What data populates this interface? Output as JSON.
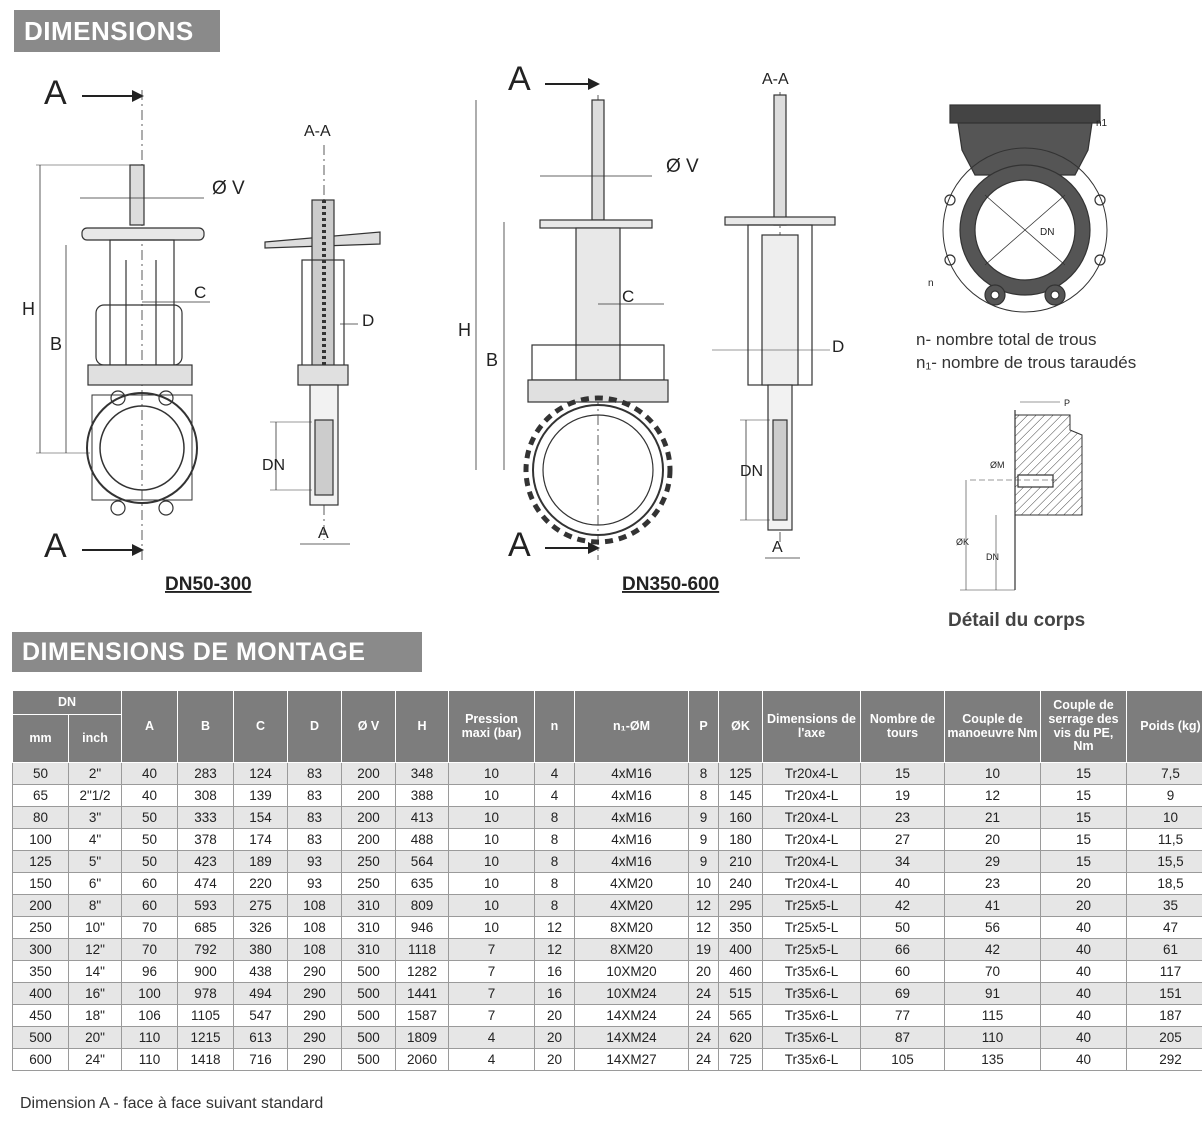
{
  "headers": {
    "dimensions": "DIMENSIONS",
    "montage": "DIMENSIONS DE MONTAGE"
  },
  "drawing_labels": {
    "section_a": "A",
    "section_aa": "A-A",
    "dia_v": "Ø V",
    "h": "H",
    "b": "B",
    "c": "C",
    "d": "D",
    "dn": "DN",
    "dn50_300": "DN50-300",
    "dn350_600": "DN350-600",
    "n1": "n1",
    "n": "n",
    "ok": "ØK",
    "dn_small": "DN",
    "p": "P",
    "om": "ØM",
    "detail_title": "Détail du corps"
  },
  "legend": {
    "n_line": "n- nombre total de trous",
    "n1_line": "n₁- nombre de trous taraudés"
  },
  "table": {
    "header": {
      "dn": "DN",
      "mm": "mm",
      "inch": "inch",
      "a": "A",
      "b": "B",
      "c": "C",
      "d": "D",
      "ov": "Ø V",
      "h": "H",
      "pression": "Pression maxi (bar)",
      "n": "n",
      "n1m": "n₁-ØM",
      "p": "P",
      "ok": "ØK",
      "axe": "Dimensions de l'axe",
      "tours": "Nombre de tours",
      "couple_man": "Couple de manoeuvre Nm",
      "couple_serrage": "Couple de serrage des vis du PE, Nm",
      "poids": "Poids (kg)"
    },
    "rows": [
      [
        "50",
        "2\"",
        "40",
        "283",
        "124",
        "83",
        "200",
        "348",
        "10",
        "4",
        "4xM16",
        "8",
        "125",
        "Tr20x4-L",
        "15",
        "10",
        "15",
        "7,5"
      ],
      [
        "65",
        "2\"1/2",
        "40",
        "308",
        "139",
        "83",
        "200",
        "388",
        "10",
        "4",
        "4xM16",
        "8",
        "145",
        "Tr20x4-L",
        "19",
        "12",
        "15",
        "9"
      ],
      [
        "80",
        "3\"",
        "50",
        "333",
        "154",
        "83",
        "200",
        "413",
        "10",
        "8",
        "4xM16",
        "9",
        "160",
        "Tr20x4-L",
        "23",
        "21",
        "15",
        "10"
      ],
      [
        "100",
        "4\"",
        "50",
        "378",
        "174",
        "83",
        "200",
        "488",
        "10",
        "8",
        "4xM16",
        "9",
        "180",
        "Tr20x4-L",
        "27",
        "20",
        "15",
        "11,5"
      ],
      [
        "125",
        "5\"",
        "50",
        "423",
        "189",
        "93",
        "250",
        "564",
        "10",
        "8",
        "4xM16",
        "9",
        "210",
        "Tr20x4-L",
        "34",
        "29",
        "15",
        "15,5"
      ],
      [
        "150",
        "6\"",
        "60",
        "474",
        "220",
        "93",
        "250",
        "635",
        "10",
        "8",
        "4XM20",
        "10",
        "240",
        "Tr20x4-L",
        "40",
        "23",
        "20",
        "18,5"
      ],
      [
        "200",
        "8\"",
        "60",
        "593",
        "275",
        "108",
        "310",
        "809",
        "10",
        "8",
        "4XM20",
        "12",
        "295",
        "Tr25x5-L",
        "42",
        "41",
        "20",
        "35"
      ],
      [
        "250",
        "10\"",
        "70",
        "685",
        "326",
        "108",
        "310",
        "946",
        "10",
        "12",
        "8XM20",
        "12",
        "350",
        "Tr25x5-L",
        "50",
        "56",
        "40",
        "47"
      ],
      [
        "300",
        "12\"",
        "70",
        "792",
        "380",
        "108",
        "310",
        "1118",
        "7",
        "12",
        "8XM20",
        "19",
        "400",
        "Tr25x5-L",
        "66",
        "42",
        "40",
        "61"
      ],
      [
        "350",
        "14\"",
        "96",
        "900",
        "438",
        "290",
        "500",
        "1282",
        "7",
        "16",
        "10XM20",
        "20",
        "460",
        "Tr35x6-L",
        "60",
        "70",
        "40",
        "117"
      ],
      [
        "400",
        "16\"",
        "100",
        "978",
        "494",
        "290",
        "500",
        "1441",
        "7",
        "16",
        "10XM24",
        "24",
        "515",
        "Tr35x6-L",
        "69",
        "91",
        "40",
        "151"
      ],
      [
        "450",
        "18\"",
        "106",
        "1105",
        "547",
        "290",
        "500",
        "1587",
        "7",
        "20",
        "14XM24",
        "24",
        "565",
        "Tr35x6-L",
        "77",
        "115",
        "40",
        "187"
      ],
      [
        "500",
        "20\"",
        "110",
        "1215",
        "613",
        "290",
        "500",
        "1809",
        "4",
        "20",
        "14XM24",
        "24",
        "620",
        "Tr35x6-L",
        "87",
        "110",
        "40",
        "205"
      ],
      [
        "600",
        "24\"",
        "110",
        "1418",
        "716",
        "290",
        "500",
        "2060",
        "4",
        "20",
        "14XM27",
        "24",
        "725",
        "Tr35x6-L",
        "105",
        "135",
        "40",
        "292"
      ]
    ]
  },
  "footnote": "Dimension A - face à face  suivant standard"
}
